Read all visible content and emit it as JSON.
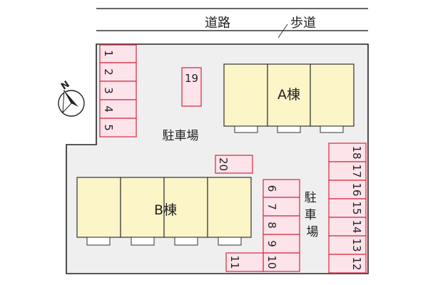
{
  "road": {
    "road_label": "道路",
    "sidewalk_label": "歩道"
  },
  "compass": {
    "north_label": "N"
  },
  "buildings": {
    "a_label": "A棟",
    "b_label": "B棟"
  },
  "parking_labels": {
    "center": "駐車場",
    "right": "駐車場"
  },
  "parking_spaces": {
    "left_column": [
      "1",
      "2",
      "3",
      "4",
      "5"
    ],
    "single_19": "19",
    "single_20": "20",
    "middle_column": [
      "6",
      "7",
      "8",
      "9",
      "10"
    ],
    "single_11": "11",
    "right_column": [
      "18",
      "17",
      "16",
      "15",
      "14",
      "13",
      "12"
    ]
  },
  "colors": {
    "lot_fill": "#efefef",
    "lot_outline": "#222222",
    "space_fill": "#fce4ea",
    "space_outline": "#d9344a",
    "building_fill": "#fbf5c8",
    "building_outline": "#333333"
  }
}
